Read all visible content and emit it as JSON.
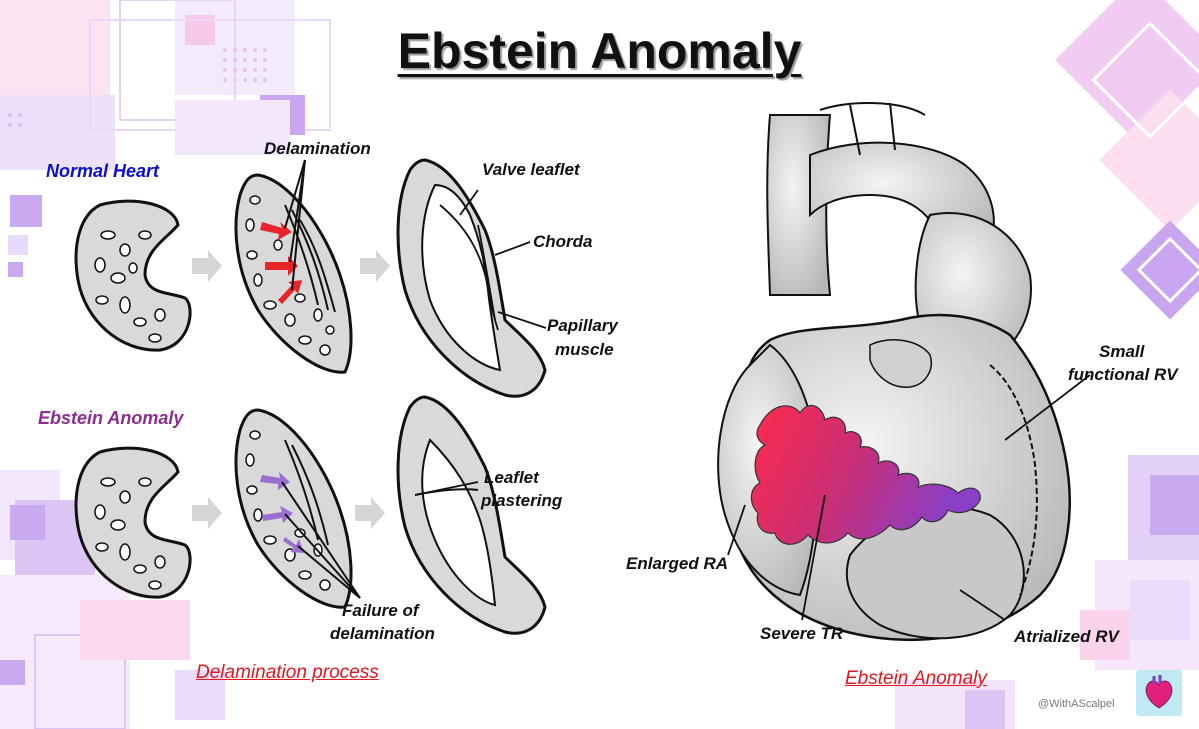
{
  "title": "Ebstein Anomaly",
  "sections": {
    "normal": "Normal Heart",
    "ebstein": "Ebstein Anomaly"
  },
  "labels": {
    "delamination": "Delamination",
    "valve_leaflet": "Valve leaflet",
    "chorda": "Chorda",
    "papillary_1": "Papillary",
    "papillary_2": "muscle",
    "leaflet_1": "Leaflet",
    "leaflet_2": "plastering",
    "failure_1": "Failure of",
    "failure_2": "delamination",
    "small_rv_1": "Small",
    "small_rv_2": "functional RV",
    "enlarged_ra": "Enlarged RA",
    "severe_tr": "Severe TR",
    "atrialized_rv": "Atrialized RV"
  },
  "captions": {
    "left": "Delamination process",
    "right": "Ebstein Anomaly"
  },
  "watermark": "@WithAScalpel",
  "colors": {
    "normal_label": "#0d0dcc",
    "ebstein_label": "#8b2f8f",
    "caption": "#e0181f",
    "tr_jet_start": "#ff2a4a",
    "tr_jet_end": "#8a3fc8",
    "arrow_red": "#e8242a",
    "arrow_purple": "#9a6fd0",
    "tissue": "#d9d9d9"
  }
}
